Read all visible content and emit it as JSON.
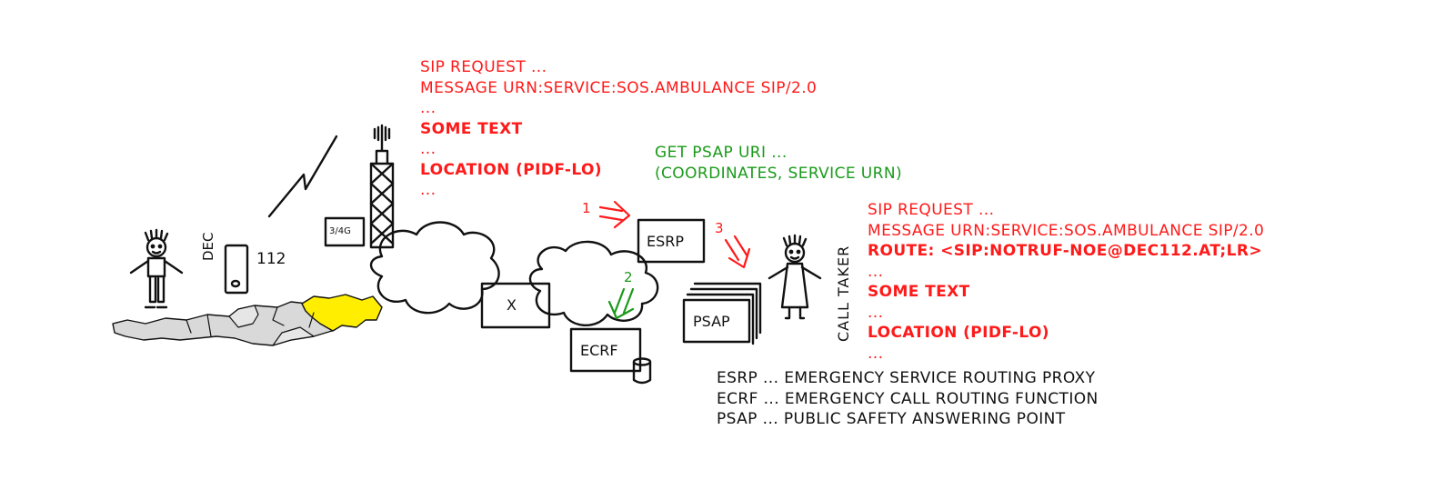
{
  "colors": {
    "red": "#ff1a1a",
    "green": "#1a9a1a",
    "ink": "#111111",
    "region_gray": "#d9d9d9",
    "region_highlight": "#ffee00"
  },
  "sip_request_caller": [
    {
      "text": "SIP REQUEST ...",
      "bold": false
    },
    {
      "text": "MESSAGE URN:SERVICE:SOS.AMBULANCE SIP/2.0",
      "bold": false
    },
    {
      "text": "...",
      "bold": false
    },
    {
      "text": "SOME TEXT",
      "bold": true
    },
    {
      "text": "...",
      "bold": false
    },
    {
      "text": "LOCATION (PIDF-LO)",
      "bold": true
    },
    {
      "text": "...",
      "bold": false
    }
  ],
  "get_psap": [
    "GET PSAP URI ...",
    "(COORDINATES, SERVICE URN)"
  ],
  "sip_request_psap": [
    {
      "text": "SIP REQUEST ...",
      "bold": false
    },
    {
      "text": "MESSAGE URN:SERVICE:SOS.AMBULANCE SIP/2.0",
      "bold": false
    },
    {
      "text": "ROUTE: <SIP:NOTRUF-NOE@DEC112.AT;LR>",
      "bold": true
    },
    {
      "text": "...",
      "bold": false
    },
    {
      "text": "SOME TEXT",
      "bold": true
    },
    {
      "text": "...",
      "bold": false
    },
    {
      "text": "LOCATION (PIDF-LO)",
      "bold": true
    },
    {
      "text": "...",
      "bold": false
    }
  ],
  "legend": [
    "ESRP ... EMERGENCY SERVICE ROUTING PROXY",
    "ECRF ... EMERGENCY CALL ROUTING FUNCTION",
    "PSAP ... PUBLIC SAFETY ANSWERING POINT"
  ],
  "labels": {
    "dec": "DEC",
    "number": "112",
    "radio": "3/4G",
    "gateway": "X",
    "esrp": "ESRP",
    "ecrf": "ECRF",
    "psap": "PSAP",
    "call_taker": "CALL TAKER",
    "step1": "1",
    "step2": "2",
    "step3": "3"
  },
  "icons": [
    "person-icon",
    "phone-icon",
    "lightning-icon",
    "radio-tower-icon",
    "cloud-icon",
    "database-icon",
    "map-icon",
    "arrow-icon"
  ]
}
